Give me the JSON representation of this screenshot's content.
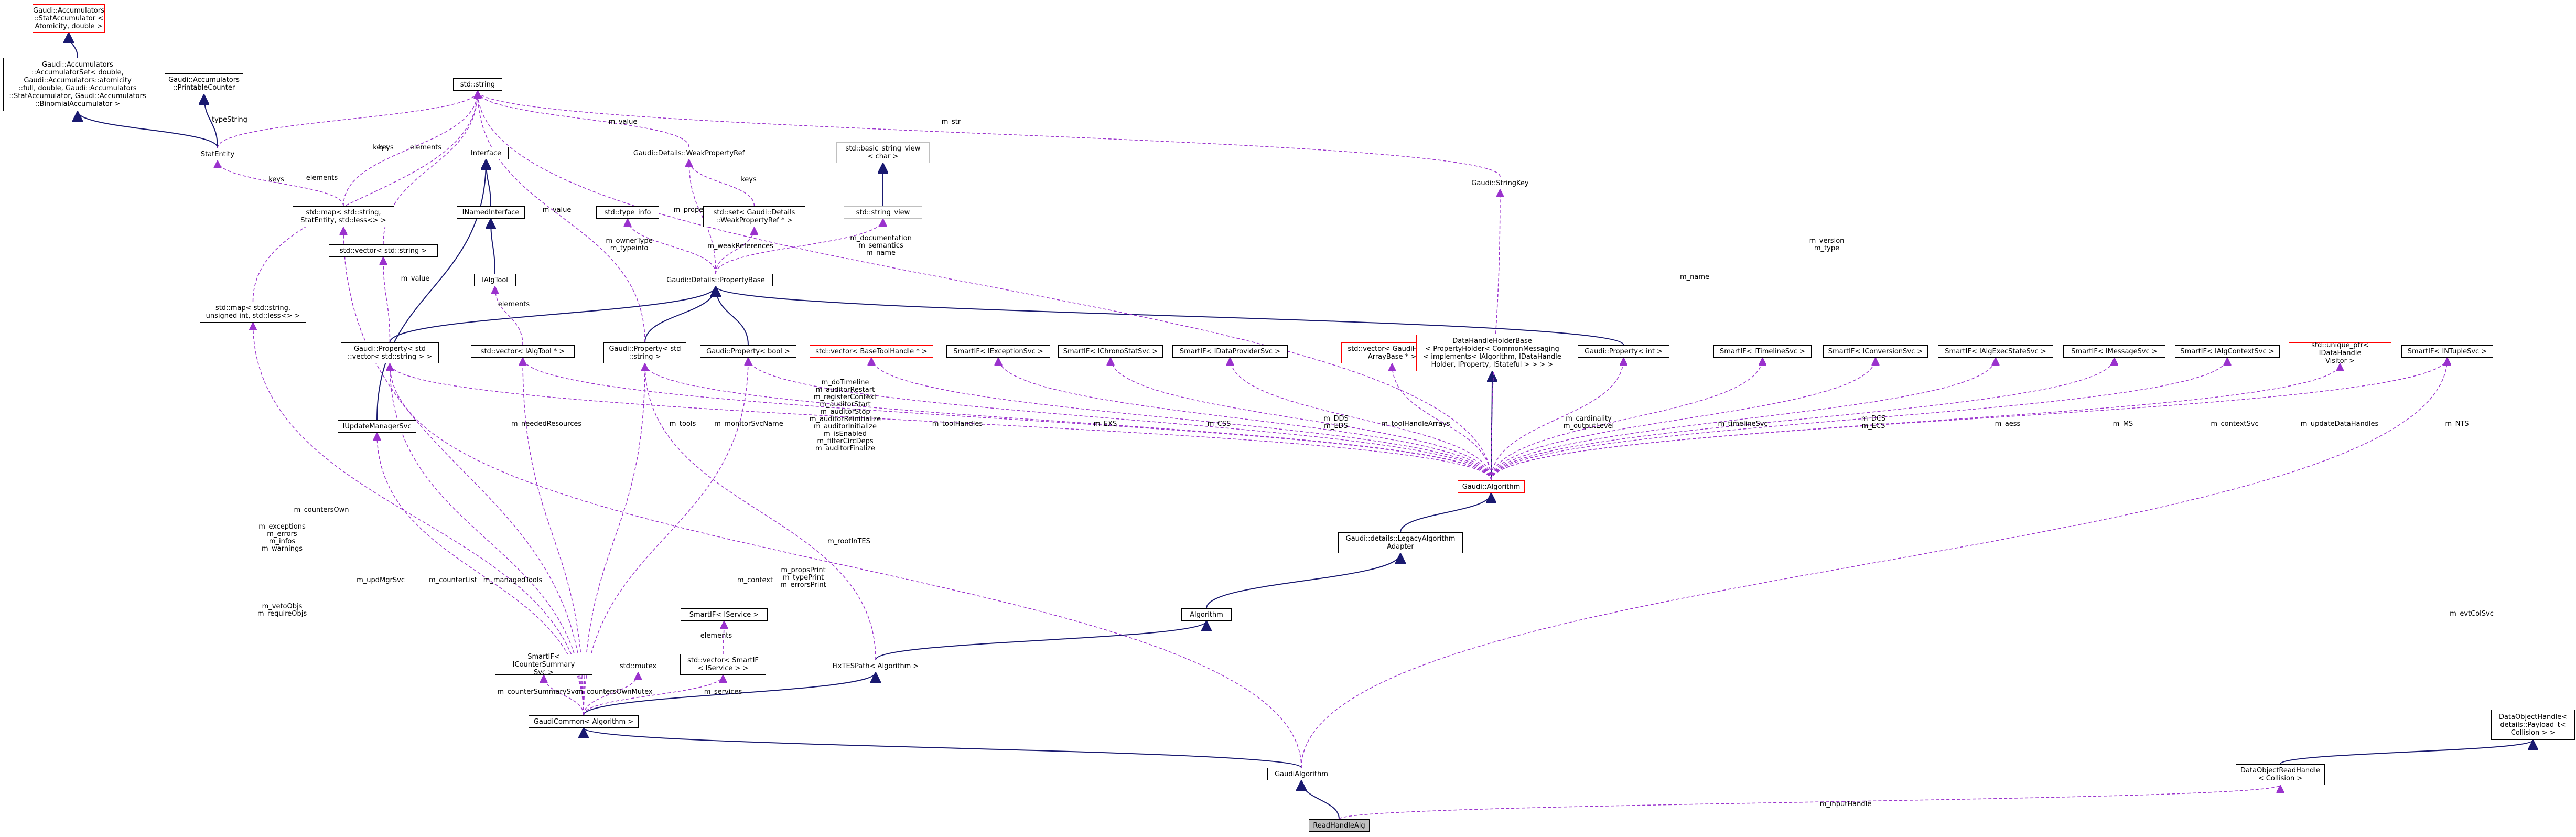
{
  "diagram": {
    "nodes": [
      {
        "id": "stataccum",
        "label": "Gaudi::Accumulators\n::StatAccumulator <\n Atomicity, double >",
        "style": "red"
      },
      {
        "id": "accumset",
        "label": "Gaudi::Accumulators\n::AccumulatorSet< double,\n Gaudi::Accumulators::atomicity\n::full, double, Gaudi::Accumulators\n::StatAccumulator, Gaudi::Accumulators\n::BinomialAccumulator >",
        "style": "normal"
      },
      {
        "id": "printablecounter",
        "label": "Gaudi::Accumulators\n::PrintableCounter",
        "style": "normal"
      },
      {
        "id": "statentity",
        "label": "StatEntity",
        "style": "normal"
      },
      {
        "id": "stdstring",
        "label": "std::string",
        "style": "normal"
      },
      {
        "id": "interface",
        "label": "Interface",
        "style": "normal"
      },
      {
        "id": "inamedinterface",
        "label": "INamedInterface",
        "style": "normal"
      },
      {
        "id": "ialgtool",
        "label": "IAlgTool",
        "style": "normal"
      },
      {
        "id": "mapstatentity",
        "label": "std::map< std::string,\n StatEntity, std::less<> >",
        "style": "normal"
      },
      {
        "id": "vecstring",
        "label": "std::vector< std::string >",
        "style": "normal"
      },
      {
        "id": "mapuint",
        "label": "std::map< std::string,\n unsigned int, std::less<> >",
        "style": "normal"
      },
      {
        "id": "propvecstring",
        "label": "Gaudi::Property< std\n::vector< std::string > >",
        "style": "normal"
      },
      {
        "id": "vecialgtool",
        "label": "std::vector< IAlgTool * >",
        "style": "normal"
      },
      {
        "id": "propstring",
        "label": "Gaudi::Property< std\n::string >",
        "style": "normal"
      },
      {
        "id": "weakpropref",
        "label": "Gaudi::Details::WeakPropertyRef",
        "style": "normal"
      },
      {
        "id": "typeinfo",
        "label": "std::type_info",
        "style": "normal"
      },
      {
        "id": "setweak",
        "label": "std::set< Gaudi::Details\n::WeakPropertyRef * >",
        "style": "normal"
      },
      {
        "id": "basicsv",
        "label": "std::basic_string_view\n< char >",
        "style": "gray"
      },
      {
        "id": "stringview",
        "label": "std::string_view",
        "style": "gray"
      },
      {
        "id": "stringkey",
        "label": "Gaudi::StringKey",
        "style": "red"
      },
      {
        "id": "propertybase",
        "label": "Gaudi::Details::PropertyBase",
        "style": "normal"
      },
      {
        "id": "propbool",
        "label": "Gaudi::Property< bool >",
        "style": "normal"
      },
      {
        "id": "vecbasetool",
        "label": "std::vector< BaseToolHandle * >",
        "style": "red"
      },
      {
        "id": "spexception",
        "label": "SmartIF< IExceptionSvc >",
        "style": "normal"
      },
      {
        "id": "spchrono",
        "label": "SmartIF< IChronoStatSvc >",
        "style": "normal"
      },
      {
        "id": "spdataprov",
        "label": "SmartIF< IDataProviderSvc >",
        "style": "normal"
      },
      {
        "id": "vecgaudihandle",
        "label": "std::vector< GaudiHandle\nArrayBase * >",
        "style": "red"
      },
      {
        "id": "datahandleholder",
        "label": "DataHandleHolderBase\n< PropertyHolder< CommonMessaging\n< implements< IAlgorithm, IDataHandle\nHolder, IProperty, IStateful > > > >",
        "style": "red"
      },
      {
        "id": "propint",
        "label": "Gaudi::Property< int >",
        "style": "normal"
      },
      {
        "id": "sptimeline",
        "label": "SmartIF< ITimelineSvc >",
        "style": "normal"
      },
      {
        "id": "spconversion",
        "label": "SmartIF< IConversionSvc >",
        "style": "normal"
      },
      {
        "id": "spaes",
        "label": "SmartIF< IAlgExecStateSvc >",
        "style": "normal"
      },
      {
        "id": "spmessage",
        "label": "SmartIF< IMessageSvc >",
        "style": "normal"
      },
      {
        "id": "spalgcontext",
        "label": "SmartIF< IAlgContextSvc >",
        "style": "normal"
      },
      {
        "id": "uniqueptr",
        "label": "std::unique_ptr< IDataHandle\nVisitor >",
        "style": "red"
      },
      {
        "id": "spntuple",
        "label": "SmartIF< INTupleSvc >",
        "style": "normal"
      },
      {
        "id": "iupdatemgr",
        "label": "IUpdateManagerSvc",
        "style": "normal"
      },
      {
        "id": "gaudialgorithm",
        "label": "Gaudi::Algorithm",
        "style": "red"
      },
      {
        "id": "legacyadapter",
        "label": "Gaudi::details::LegacyAlgorithm\nAdapter",
        "style": "normal"
      },
      {
        "id": "algorithm",
        "label": "Algorithm",
        "style": "normal"
      },
      {
        "id": "spiservice",
        "label": "SmartIF< IService >",
        "style": "normal"
      },
      {
        "id": "fixtespath",
        "label": "FixTESPath< Algorithm >",
        "style": "normal"
      },
      {
        "id": "spcountersummary",
        "label": "SmartIF< ICounterSummary\nSvc >",
        "style": "normal"
      },
      {
        "id": "stdmutex",
        "label": "std::mutex",
        "style": "normal"
      },
      {
        "id": "vecspiservice",
        "label": "std::vector< SmartIF\n< IService > >",
        "style": "normal"
      },
      {
        "id": "gaudicommon",
        "label": "GaudiCommon< Algorithm >",
        "style": "normal"
      },
      {
        "id": "gaudialgo",
        "label": "GaudiAlgorithm",
        "style": "normal"
      },
      {
        "id": "dohandlerbase",
        "label": "DataObjectHandle<\n details::Payload_t<\n Collision > >",
        "style": "normal"
      },
      {
        "id": "doreadhandle",
        "label": "DataObjectReadHandle\n< Collision >",
        "style": "normal"
      },
      {
        "id": "readhandlealg",
        "label": "ReadHandleAlg",
        "style": "focus"
      }
    ],
    "edge_labels": [
      {
        "id": "l_typestring",
        "text": "typeString"
      },
      {
        "id": "l_keys1",
        "text": "keys"
      },
      {
        "id": "l_elements1",
        "text": "elements"
      },
      {
        "id": "l_keys2",
        "text": "keys"
      },
      {
        "id": "l_elements2",
        "text": "elements"
      },
      {
        "id": "l_keys3",
        "text": "keys"
      },
      {
        "id": "l_value1",
        "text": "m_value"
      },
      {
        "id": "l_mstr",
        "text": "m_str"
      },
      {
        "id": "l_value2",
        "text": "m_value"
      },
      {
        "id": "l_property",
        "text": "m_property"
      },
      {
        "id": "l_keys4",
        "text": "keys"
      },
      {
        "id": "l_ownertype",
        "text": "m_ownerType\nm_typeinfo"
      },
      {
        "id": "l_weakrefs",
        "text": "m_weakReferences"
      },
      {
        "id": "l_doc",
        "text": "m_documentation\nm_semantics\nm_name"
      },
      {
        "id": "l_value3",
        "text": "m_value"
      },
      {
        "id": "l_elements3",
        "text": "elements"
      },
      {
        "id": "l_version",
        "text": "m_version\nm_type"
      },
      {
        "id": "l_name",
        "text": "m_name"
      },
      {
        "id": "l_dotimeline",
        "text": "m_doTimeline\nm_auditorRestart\nm_registerContext\nm_auditorStart\nm_auditorStop\nm_auditorReinitialize\nm_auditorInitialize\nm_isEnabled\nm_filterCircDeps\nm_auditorFinalize"
      },
      {
        "id": "l_neededres",
        "text": "m_neededResources"
      },
      {
        "id": "l_tools",
        "text": "m_tools"
      },
      {
        "id": "l_monitorsvc",
        "text": "m_monitorSvcName"
      },
      {
        "id": "l_toolhandles",
        "text": "m_toolHandles"
      },
      {
        "id": "l_exs",
        "text": "m_EXS"
      },
      {
        "id": "l_css",
        "text": "m_CSS"
      },
      {
        "id": "l_dds",
        "text": "m_DDS\nm_EDS"
      },
      {
        "id": "l_toolhandlearrays",
        "text": "m_toolHandleArrays"
      },
      {
        "id": "l_cardinality",
        "text": "m_cardinality\nm_outputLevel"
      },
      {
        "id": "l_timelinesvc",
        "text": "m_timelineSvc"
      },
      {
        "id": "l_dcs",
        "text": "m_DCS\nm_ECS"
      },
      {
        "id": "l_aess",
        "text": "m_aess"
      },
      {
        "id": "l_ms",
        "text": "m_MS"
      },
      {
        "id": "l_contextsvc",
        "text": "m_contextSvc"
      },
      {
        "id": "l_updatedh",
        "text": "m_updateDataHandles"
      },
      {
        "id": "l_nts",
        "text": "m_NTS"
      },
      {
        "id": "l_countersown",
        "text": "m_countersOwn"
      },
      {
        "id": "l_exceptions",
        "text": "m_exceptions\nm_errors\nm_infos\nm_warnings"
      },
      {
        "id": "l_vetoobjs",
        "text": "m_vetoObjs\nm_requireObjs"
      },
      {
        "id": "l_updmgrsvc",
        "text": "m_updMgrSvc"
      },
      {
        "id": "l_counterlist",
        "text": "m_counterList"
      },
      {
        "id": "l_managedtools",
        "text": "m_managedTools"
      },
      {
        "id": "l_context",
        "text": "m_context"
      },
      {
        "id": "l_propsprint",
        "text": "m_propsPrint\nm_typePrint\nm_errorsPrint"
      },
      {
        "id": "l_roottes",
        "text": "m_rootInTES"
      },
      {
        "id": "l_elements4",
        "text": "elements"
      },
      {
        "id": "l_countersummary",
        "text": "m_counterSummarySvc"
      },
      {
        "id": "l_countersownmutex",
        "text": "m_countersOwnMutex"
      },
      {
        "id": "l_services",
        "text": "m_services"
      },
      {
        "id": "l_evtcolsvc",
        "text": "m_evtColSvc"
      },
      {
        "id": "l_inputhandle",
        "text": "m_inputHandle"
      }
    ]
  }
}
